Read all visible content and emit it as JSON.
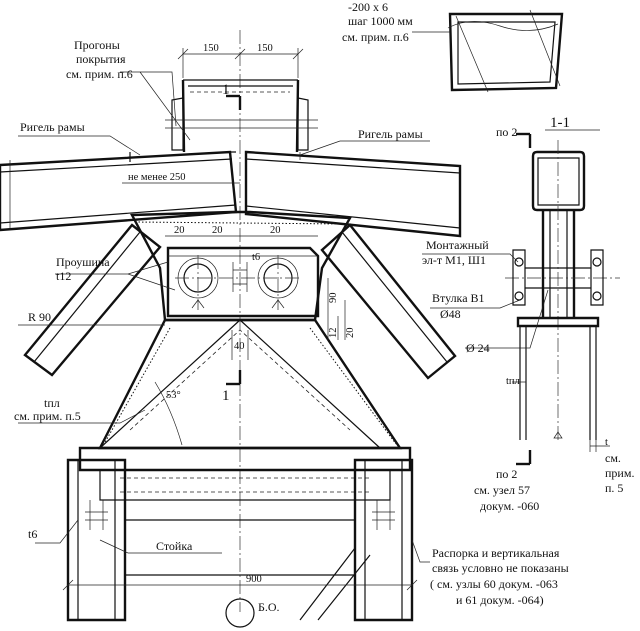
{
  "labels": {
    "purlins_1": "Прогоны",
    "purlins_2": "покрытия",
    "purlins_3": "см. прим. п.6",
    "rafter_left": "Ригель рамы",
    "rafter_right": "Ригель рамы",
    "lug_1": "Проушина",
    "lug_2": "t12",
    "radius": "R 90",
    "tpl_1": "tпл",
    "tpl_2": "см. прим. п.5",
    "t6_left": "t6",
    "post": "Стойка",
    "brace_1": "Распорка и вертикальная",
    "brace_2": "связь условно не показаны",
    "brace_3": "( см. узлы 60 докум. -063",
    "brace_4": "и 61 докум. -064)",
    "axis_bo": "Б.О.",
    "plate_1": "-200 х 6",
    "plate_2": "шаг 1000 мм",
    "plate_3": "см. прим. п.6",
    "section_title": "1-1",
    "po2_top": "по 2",
    "mount_1": "Монтажный",
    "mount_2": "эл-т М1, Ш1",
    "bush_1": "Втулка В1",
    "bush_2": "Ø48",
    "pin_dia": "Ø 24",
    "tpl_section": "tпл",
    "t_section": "t",
    "note_1": "см.",
    "note_2": "прим.",
    "note_3": "п. 5",
    "po2_bottom": "по 2",
    "ref_1": "см. узел 57",
    "ref_2": "докум. -060",
    "cut_top": "1",
    "cut_bottom": "1"
  },
  "dims": {
    "d150_left": "150",
    "d150_right": "150",
    "not_less_250": "не менее 250",
    "d20_a": "20",
    "d20_b": "20",
    "d20_c": "20",
    "t6_mid": "t6",
    "d90": "90",
    "d12": "12",
    "d20_d": "20",
    "d40": "40",
    "angle_53": "53°",
    "d900": "900"
  }
}
